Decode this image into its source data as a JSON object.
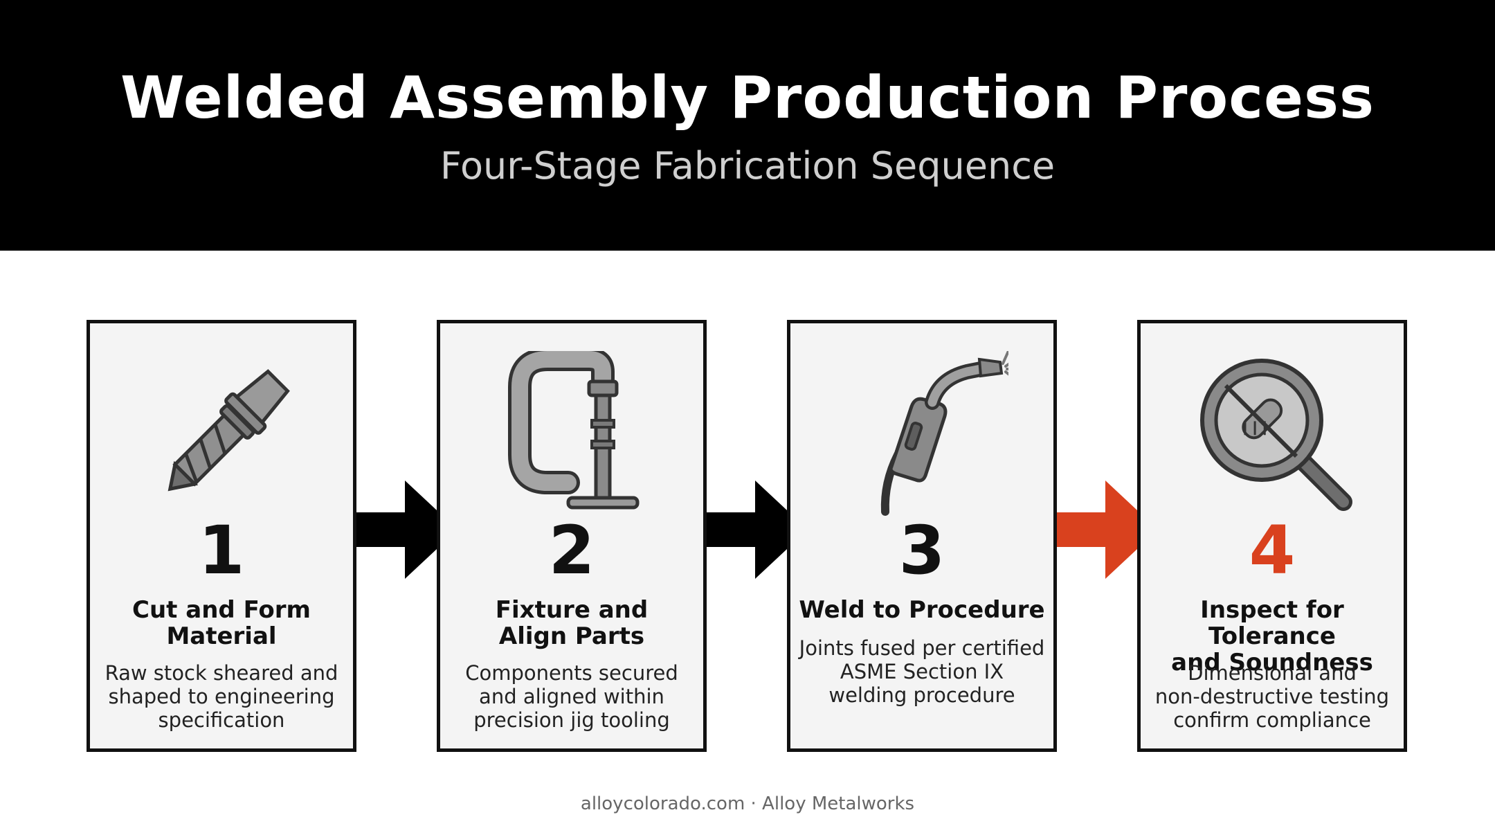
{
  "header": {
    "title": "Welded Assembly Production Process",
    "subtitle": "Four-Stage Fabrication Sequence"
  },
  "steps": [
    {
      "number": "1",
      "title_line1": "Cut and Form",
      "title_line2": "Material",
      "desc_line1": "Raw stock sheared and",
      "desc_line2": "shaped to engineering",
      "desc_line3": "specification",
      "icon": "drill-bit-icon"
    },
    {
      "number": "2",
      "title_line1": "Fixture and",
      "title_line2": "Align Parts",
      "desc_line1": "Components secured",
      "desc_line2": "and aligned within",
      "desc_line3": "precision jig tooling",
      "icon": "c-clamp-icon"
    },
    {
      "number": "3",
      "title_line1": "Weld to Procedure",
      "title_line2": "",
      "desc_line1": "Joints fused per certified",
      "desc_line2": "ASME Section IX",
      "desc_line3": "welding procedure",
      "icon": "welding-torch-icon"
    },
    {
      "number": "4",
      "title_line1": "Inspect for Tolerance",
      "title_line2": "and Soundness",
      "desc_line1": "Dimensional and",
      "desc_line2": "non-destructive testing",
      "desc_line3": "confirm compliance",
      "icon": "magnifying-glass-icon"
    }
  ],
  "footer": {
    "text": "alloycolorado.com · Alloy Metalworks"
  },
  "colors": {
    "header_bg": "#000000",
    "accent": "#d9411e",
    "arrow": "#000000",
    "card_border": "#111111"
  }
}
